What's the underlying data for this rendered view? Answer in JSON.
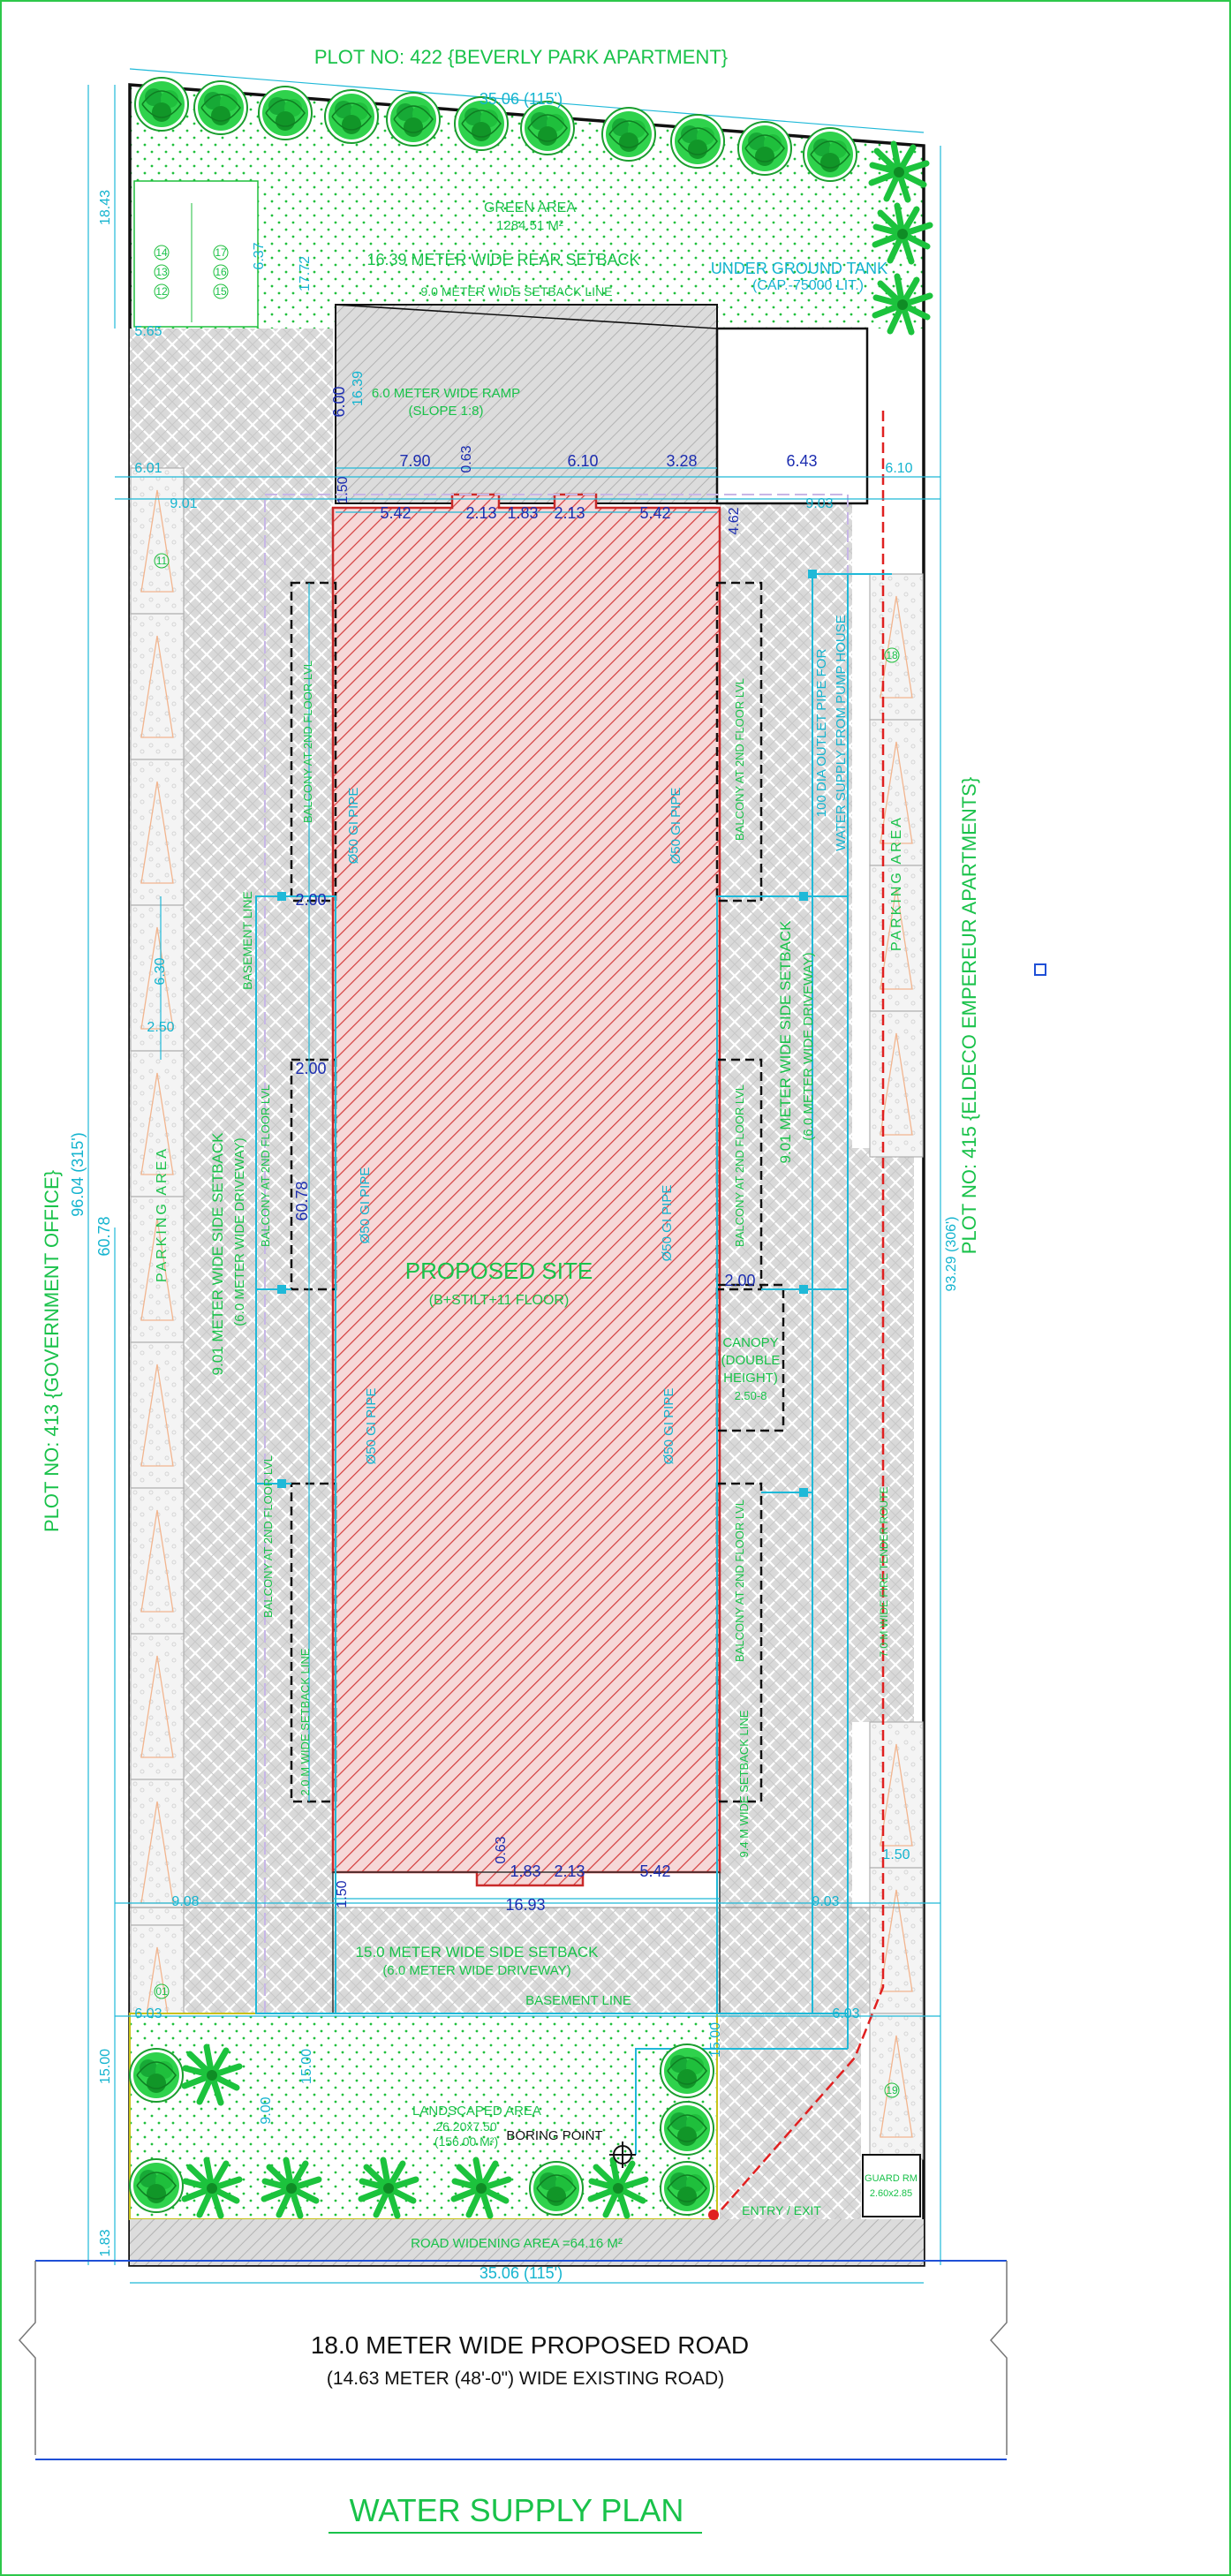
{
  "title": "WATER SUPPLY PLAN",
  "plot_north": "PLOT NO: 422 {BEVERLY PARK APARTMENT}",
  "plot_west": "PLOT NO: 413 {GOVERNMENT OFFICE}",
  "plot_east": "PLOT NO: 415 {ELDECO EMPEREUR APARTMENTS}",
  "road_main": "18.0 METER  WIDE PROPOSED ROAD",
  "road_existing": "(14.63 METER (48'-0\")  WIDE EXISTING ROAD)",
  "road_widening": "ROAD WIDENING AREA =64.16 M²",
  "proposed_site": "PROPOSED SITE",
  "proposed_site_sub": "(B+STILT+11 FLOOR)",
  "green_area": "GREEN AREA",
  "green_area_value": "1284.51 M²",
  "rear_setback": "16.39 METER WIDE REAR SETBACK",
  "rear_setback_line": "9.0 METER WIDE SETBACK LINE",
  "ug_tank": "UNDER GROUND TANK",
  "ug_tank_cap": "(CAP.-75000 LIT.)",
  "ramp": "6.0 METER WIDE RAMP",
  "ramp_slope": "(SLOPE 1:8)",
  "left_setback": "9.01 METER WIDE SIDE SETBACK",
  "left_driveway": "(6.0 METER WIDE DRIVEWAY)",
  "right_setback": "9.01 METER WIDE SIDE SETBACK",
  "right_driveway": "(6.0 METER WIDE DRIVEWAY)",
  "front_setback": "15.0 METER WIDE SIDE SETBACK",
  "front_driveway": "(6.0 METER WIDE DRIVEWAY)",
  "basement_line": "BASEMENT LINE",
  "parking_area": "PARKING AREA",
  "landscaped_area": "LANDSCAPED AREA",
  "landscaped_dims": "26.20x7.50",
  "landscaped_value": "(156.00 M²)",
  "boring_point": "BORING POINT",
  "guard_rm": "GUARD RM",
  "guard_dims": "2.60x2.85",
  "entry_exit": "ENTRY / EXIT",
  "canopy": "CANOPY",
  "canopy_sub1": "(DOUBLE",
  "canopy_sub2": "HEIGHT)",
  "canopy_sub3": "2.50-8",
  "outlet_pipe_1": "100 DIA OUTLET PIPE FOR",
  "outlet_pipe_2": "WATER SUPPLY FROM PUMP HOUSE",
  "gi_pipe": "Ø50 GI PIPE",
  "balcony_2nd": "BALCONY AT 2ND FLOOR LVL",
  "setback_line_2m": "2.0 M WIDE SETBACK LINE",
  "setback_line_2m_b": "9.4 M WIDE SETBACK LINE",
  "fire_route": "7.0 M WIDE FIRE TENDER ROUTE",
  "dims": {
    "top_width": "35.06 (115')",
    "bottom_width": "35.06 (115')",
    "left_total": "96.04 (315')",
    "right_total": "93.29 (306')",
    "left_60": "60.78",
    "inner_60": "60.78",
    "d1843": "18.43",
    "d637": "6.37",
    "d1772": "17.72",
    "d1639": "16.39",
    "d1500_a": "15.00",
    "d1500_b": "15.00",
    "d1500_c": "15.00",
    "d183": "1.83",
    "d900": "9.00",
    "d630": "6.30",
    "d250": "2.50",
    "d600": "6.00",
    "d150_a": "1.50",
    "d150_b": "1.50",
    "d063_a": "0.63",
    "d063_b": "0.63",
    "d790": "7.90",
    "d610": "6.10",
    "d328": "3.28",
    "d643": "6.43",
    "d542_a": "5.42",
    "d213_a": "2.13",
    "d183_a": "1.83",
    "d213_b": "2.13",
    "d542_b": "5.42",
    "d462": "4.62",
    "d183_b": "1.83",
    "d213_c": "2.13",
    "d542_c": "5.42",
    "d1693": "16.93",
    "d200_a": "2.00",
    "d200_b": "2.00",
    "d200_c": "2.00",
    "d901_a": "9.01",
    "d901_b": "9.01",
    "d903_a": "9.03",
    "d903_b": "9.03",
    "d908": "9.08",
    "d565": "5.65",
    "d601": "6.01",
    "d603_a": "6.03",
    "d603_b": "6.03",
    "d610_b": "6.10",
    "d150_r": "1.50"
  },
  "parking_numbers": [
    "14",
    "13",
    "12",
    "17",
    "16",
    "15",
    "11",
    "18",
    "01",
    "19"
  ],
  "colors": {
    "green": "#19c24a",
    "cyan": "#1fb9d8",
    "blue": "#1c2db0",
    "red": "#e02020",
    "hatch_red": "#d43c3c",
    "paving": "#bfbfbf"
  }
}
